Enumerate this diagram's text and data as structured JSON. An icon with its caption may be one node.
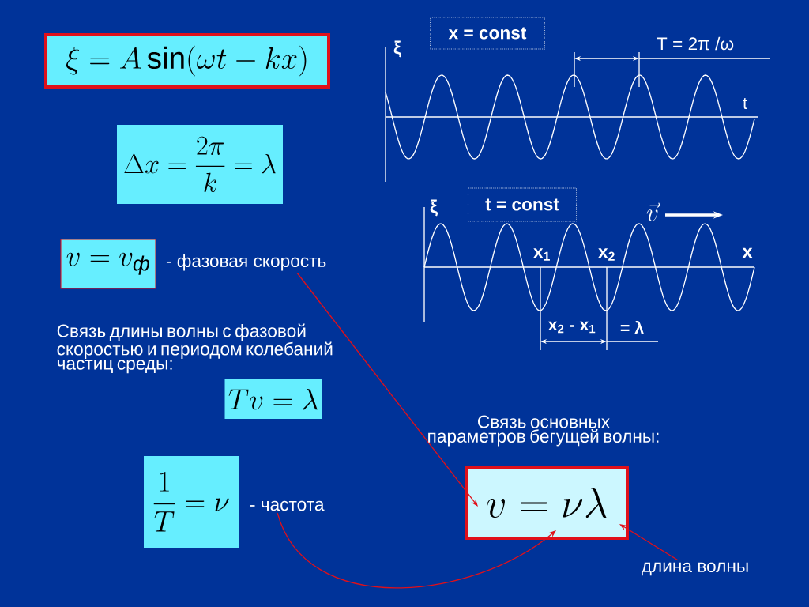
{
  "diagram": {
    "nodes": [
      {
        "text": [
          "\\xi = A\\sin(\\omega t - kx)"
        ]
      },
      {
        "text": [
          "\\Delta x = \\frac{2\\pi}{k} = \\lambda"
        ]
      },
      {
        "text": [
          "v = v_{\\text{\\itshape ф}}"
        ]
      },
      {
        "text": [
          "- фазовая скорость"
        ]
      },
      {
        "text": [
          "Tv = \\lambda"
        ]
      },
      {
        "text": [
          "\\frac{1}{T} = \\nu"
        ]
      },
      {
        "text": [
          "- частота"
        ]
      },
      {
        "text": [
          "v = \\nu\\lambda"
        ]
      },
      {
        "text": [
          "длина волны"
        ]
      },
      {
        "text": [
          "x = const"
        ]
      },
      {
        "text": [
          "t = const"
        ]
      }
    ],
    "edges": [
      {
        "from": 3,
        "to": 7,
        "arrow": "to"
      },
      {
        "from": 6,
        "to": 7,
        "arrow": "to"
      },
      {
        "from": 8,
        "to": 7,
        "arrow": "to"
      }
    ],
    "labels": [
      "Связь длины волны с фазовой скоростью и периодом колебаний частиц среды:",
      "Связь основных параметров бегущей волны:",
      "ξ",
      "T = 2π /ω",
      "t",
      "ξ",
      "\\vec{v}",
      "x$_{1}$",
      "x$_{2}$",
      "x",
      "x$_{2}$ - x$_{1}$",
      "= λ"
    ]
  }
}
